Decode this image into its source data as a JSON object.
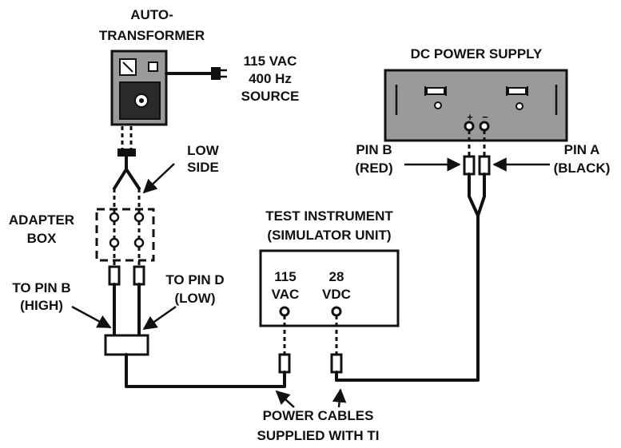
{
  "labels": {
    "auto_1": "AUTO-",
    "auto_2": "TRANSFORMER",
    "source_1": "115 VAC",
    "source_2": "400 Hz",
    "source_3": "SOURCE",
    "dc_power_supply": "DC POWER SUPPLY",
    "plus": "+",
    "minus": "−",
    "pin_b_left_1": "PIN  B",
    "pin_b_left_2": "(RED)",
    "pin_a_right_1": "PIN  A",
    "pin_a_right_2": "(BLACK)",
    "low_side_1": "LOW",
    "low_side_2": "SIDE",
    "adapter_1": "ADAPTER",
    "adapter_2": "BOX",
    "test_instr_1": "TEST INSTRUMENT",
    "test_instr_2": "(SIMULATOR UNIT)",
    "ti_115": "115",
    "ti_vac": "VAC",
    "ti_28": "28",
    "ti_vdc": "VDC",
    "to_pin_b_1": "TO PIN B",
    "to_pin_b_2": "(HIGH)",
    "to_pin_d_1": "TO PIN D",
    "to_pin_d_2": "(LOW)",
    "power_cables_1": "POWER  CABLES",
    "power_cables_2": "SUPPLIED  WITH  TI"
  },
  "colors": {
    "ink": "#111111",
    "panel_gray": "#999999",
    "dark_panel": "#2a2a2a",
    "background": "#ffffff"
  }
}
